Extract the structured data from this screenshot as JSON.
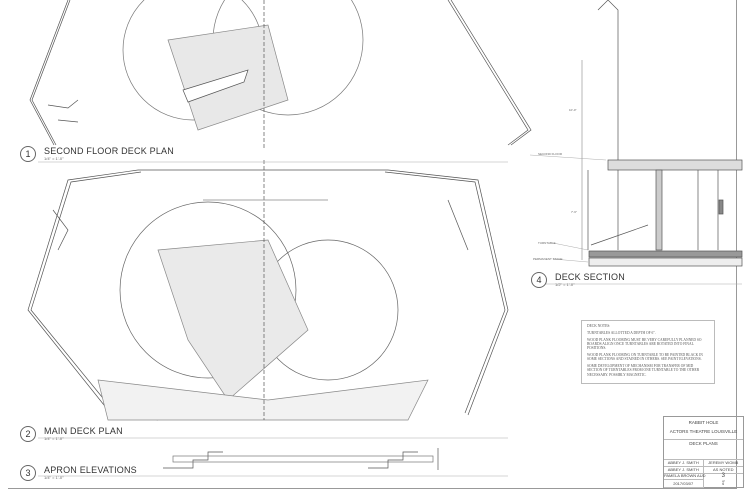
{
  "views": [
    {
      "number": "1",
      "title": "SECOND FLOOR DECK PLAN",
      "scale": "1/4\" = 1'-0\""
    },
    {
      "number": "2",
      "title": "MAIN DECK PLAN",
      "scale": "1/4\" = 1'-0\""
    },
    {
      "number": "3",
      "title": "APRON ELEVATIONS",
      "scale": "1/4\" = 1'-0\""
    },
    {
      "number": "4",
      "title": "DECK SECTION",
      "scale": "1/2\" = 1'-0\""
    }
  ],
  "section_labels": {
    "second_floor": "SECOND FLOOR",
    "turntable": "TURNTABLE",
    "permanent_stage": "PERMANENT STAGE",
    "dim_upper": "10'-0\"",
    "dim_mid": "7'-6\""
  },
  "notes": {
    "heading": "DECK NOTES:",
    "items": [
      "TURNTABLES ALLOTTED A DEPTH OF 6\".",
      "WOOD PLANK FLOORING MUST BE VERY CAREFULLY PLANNED SO BOARDS ALIGN ONCE TURNTABLES ARE ROTATED INTO FINAL POSITIONS.",
      "WOOD PLANK FLOORING ON TURNTABLE TO BE PAINTED BLACK IN SOME SECTIONS AND STAINED IN OTHERS. SEE PAINT ELEVATIONS.",
      "SOME DEVELOPMENT OF MECHANISM FOR TRANSFER OF MID SECTION OF TURNTABLES FROM ONE TURNTABLE TO THE OTHER NECESSARY. POSSIBLY MAGNETIC."
    ]
  },
  "title_block": {
    "production": "RABBIT HOLE",
    "theatre": "ACTORS THEATRE LOUISVILLE",
    "sheet_title": "DECK PLANS",
    "drawn_by": "ABBEY J. SMITH",
    "designer": "JEREMY WOMB",
    "checked_by": "ABBEY J. SMITH",
    "scale": "AS NOTED",
    "director": "PAMELA BROWN AUD",
    "date": "2017/03/07",
    "sheet_number": "3",
    "sheet_of": "of",
    "sheet_total": "6"
  }
}
